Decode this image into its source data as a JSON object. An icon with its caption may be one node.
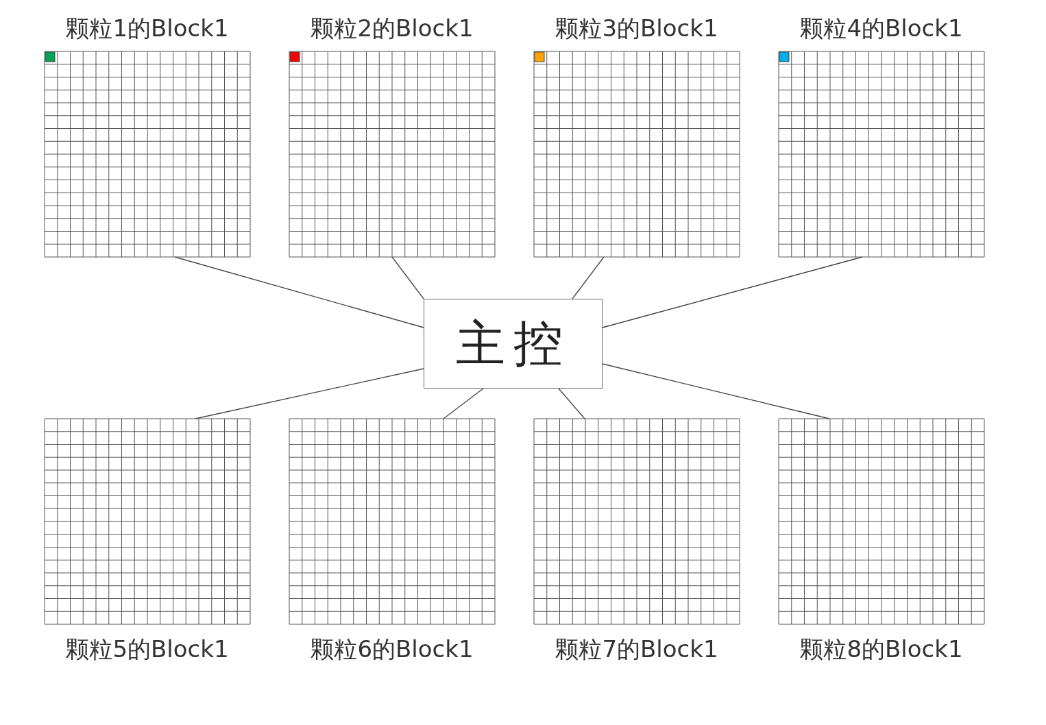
{
  "diagram": {
    "nodes": [
      {
        "text": [
          "颗粒1的Block1"
        ]
      },
      {
        "text": [
          "颗粒2的Block1"
        ]
      },
      {
        "text": [
          "颗粒3的Block1"
        ]
      },
      {
        "text": [
          "颗粒4的Block1"
        ]
      },
      {
        "text": [
          "颗粒5的Block1"
        ]
      },
      {
        "text": [
          "颗粒6的Block1"
        ]
      },
      {
        "text": [
          "颗粒7的Block1"
        ]
      },
      {
        "text": [
          "颗粒8的Block1"
        ]
      },
      {
        "text": [
          "主控"
        ]
      }
    ],
    "edges": [
      {
        "from": 8,
        "to": 0,
        "arrow": "none"
      },
      {
        "from": 8,
        "to": 1,
        "arrow": "none"
      },
      {
        "from": 8,
        "to": 2,
        "arrow": "none"
      },
      {
        "from": 8,
        "to": 3,
        "arrow": "none"
      },
      {
        "from": 8,
        "to": 4,
        "arrow": "none"
      },
      {
        "from": 8,
        "to": 5,
        "arrow": "none"
      },
      {
        "from": 8,
        "to": 6,
        "arrow": "none"
      },
      {
        "from": 8,
        "to": 7,
        "arrow": "none"
      }
    ]
  }
}
